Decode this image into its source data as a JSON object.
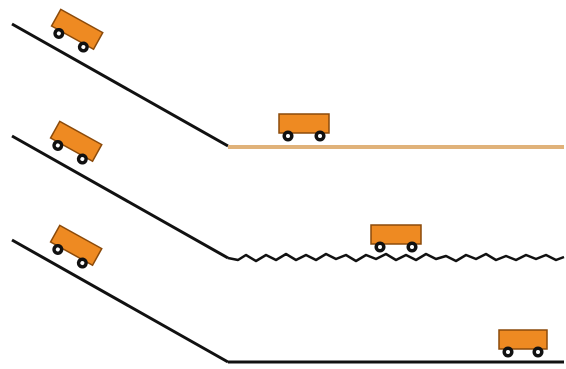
{
  "figure": {
    "description_type": "inclined-plane-friction-experiment",
    "panels": [
      {
        "id": "row-1",
        "ramp": "incline",
        "surface": "towel",
        "cart_stops_at": "near"
      },
      {
        "id": "row-2",
        "ramp": "incline",
        "surface": "rough-cotton",
        "cart_stops_at": "middle"
      },
      {
        "id": "row-3",
        "ramp": "incline",
        "surface": "smooth-board",
        "cart_stops_at": "far"
      }
    ]
  },
  "colors": {
    "cart_body": "#EE8A22",
    "cart_edge": "#8B4A0A",
    "wheel": "#111111",
    "wheel_hub": "#ffffff",
    "ramp_line": "#111111",
    "surface_towel": "#E0B27A",
    "surface_rough": "#111111",
    "surface_smooth": "#111111"
  }
}
